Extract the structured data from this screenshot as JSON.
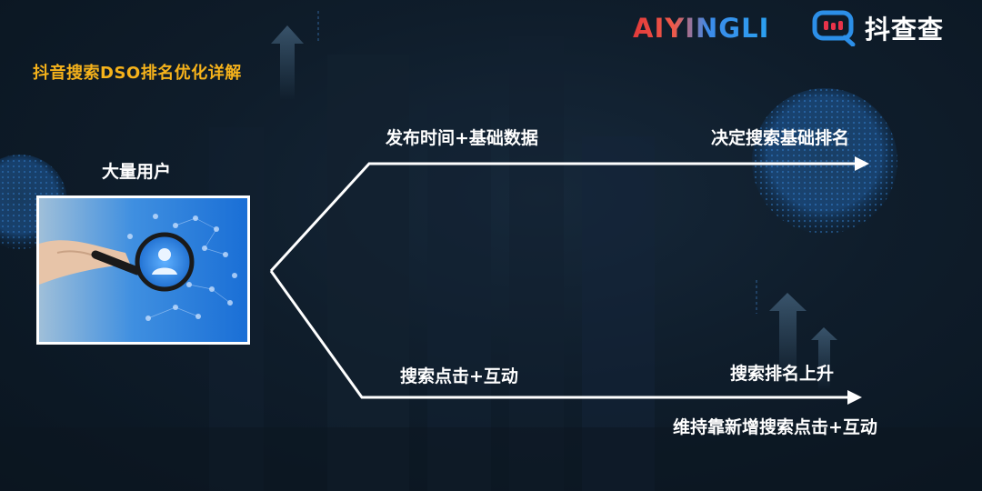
{
  "slide": {
    "title": "抖音搜索DSO排名优化详解"
  },
  "logos": {
    "aiyingli": "AIYINGLI",
    "doucha": "抖查查"
  },
  "diagram": {
    "source_label": "大量用户",
    "upper": {
      "left_label": "发布时间+基础数据",
      "right_label": "决定搜索基础排名"
    },
    "lower": {
      "left_label": "搜索点击+互动",
      "right_label_top": "搜索排名上升",
      "right_label_bottom": "维持靠新增搜索点击+互动"
    }
  },
  "colors": {
    "title": "#f5b21b",
    "background": "#0f1d2b",
    "lines": "#ffffff",
    "accent_blue": "#2f7fd6"
  }
}
